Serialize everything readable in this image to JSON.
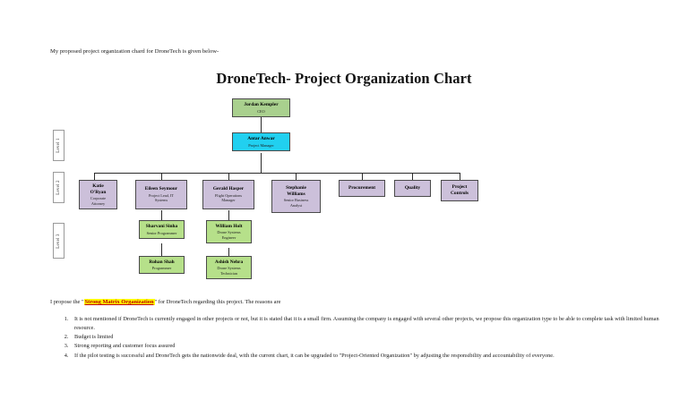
{
  "document": {
    "intro_line": "My proposed project organization chard for DroneTech is given below-",
    "title": "DroneTech- Project Organization Chart"
  },
  "org_chart": {
    "levels": [
      {
        "label": "Level 1"
      },
      {
        "label": "Level 2"
      },
      {
        "label": "Level 3"
      }
    ],
    "colors": {
      "executive_green": "#a9d08e",
      "project_manager_cyan": "#21d0f0",
      "functional_purple": "#ccc0da",
      "team_green": "#b6e08a",
      "connector": "#2b2b2b",
      "box_border": "#4a4a4a"
    },
    "nodes": {
      "ceo": {
        "name": "Jordan Kempler",
        "role": "CEO"
      },
      "project_manager": {
        "name": "Antar Anwar",
        "role": "Project Manager"
      },
      "legal": {
        "name": "Katie",
        "name2": "O'Ryan",
        "role": "Corporate",
        "role2": "Attorney"
      },
      "it_lead": {
        "name": "Eileen Seymour",
        "role": "Project Lead, IT",
        "role2": "Systems"
      },
      "flight_ops": {
        "name": "Gerald Hasper",
        "role": "Flight Operations",
        "role2": "Manager"
      },
      "business_analyst": {
        "name": "Stephanie",
        "name2": "Williams",
        "role": "Senior Business",
        "role2": "Analyst"
      },
      "procurement": {
        "name": "Procurement"
      },
      "quality": {
        "name": "Quality"
      },
      "project_controls": {
        "name": "Project",
        "name2": "Controls"
      },
      "senior_programmer": {
        "name": "Sharvani Sinha",
        "role": "Senior Programmer"
      },
      "drone_engineer": {
        "name": "William Holt",
        "role": "Drone Systems",
        "role2": "Engineer"
      },
      "programmer": {
        "name": "Rohan Shah",
        "role": "Programmer"
      },
      "drone_technician": {
        "name": "Ashish Nehra",
        "role": "Drone Systems",
        "role2": "Technician"
      }
    }
  },
  "proposal": {
    "lead_text": "I propose the \"",
    "highlight": "Strong Matrix Organization",
    "trail_text": "\" for DroneTech regarding this project. The reasons are",
    "reasons": [
      "It is not mentioned if DroneTech is currently engaged in other projects or not, but it is stated that it is a small firm. Assuming the company is engaged with several other projects, we propose this organization type to be able to complete task with limited human resource.",
      "Budget is limited",
      "Strong reporting and customer focus assured",
      "If the pilot testing is successful and DroneTech gets the nationwide deal, with the current chart, it can be upgraded to \"Project-Oriented Organization\" by adjusting the responsibility and accountability of everyone."
    ]
  }
}
